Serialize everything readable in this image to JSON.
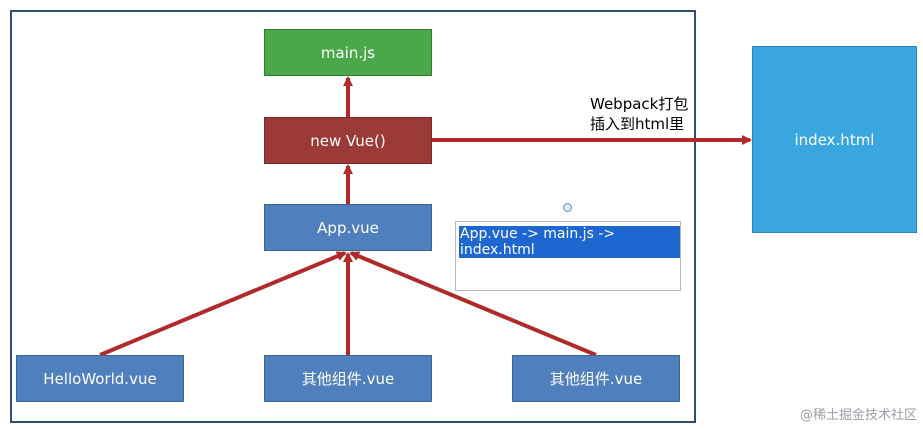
{
  "nodes": {
    "main": "main.js",
    "vue": "new Vue()",
    "app": "App.vue",
    "hello": "HelloWorld.vue",
    "other1": "其他组件.vue",
    "other2": "其他组件.vue",
    "index": "index.html"
  },
  "label": {
    "line1": "Webpack打包",
    "line2": "插入到html里"
  },
  "note": "App.vue -> main.js -> index.html",
  "watermark": "@稀土掘金技术社区",
  "colors": {
    "arrow": "#b02a2a",
    "blue": "#4f7fbc",
    "green": "#4aa84a",
    "red": "#9c3a38",
    "cyan": "#3aa6e0"
  }
}
